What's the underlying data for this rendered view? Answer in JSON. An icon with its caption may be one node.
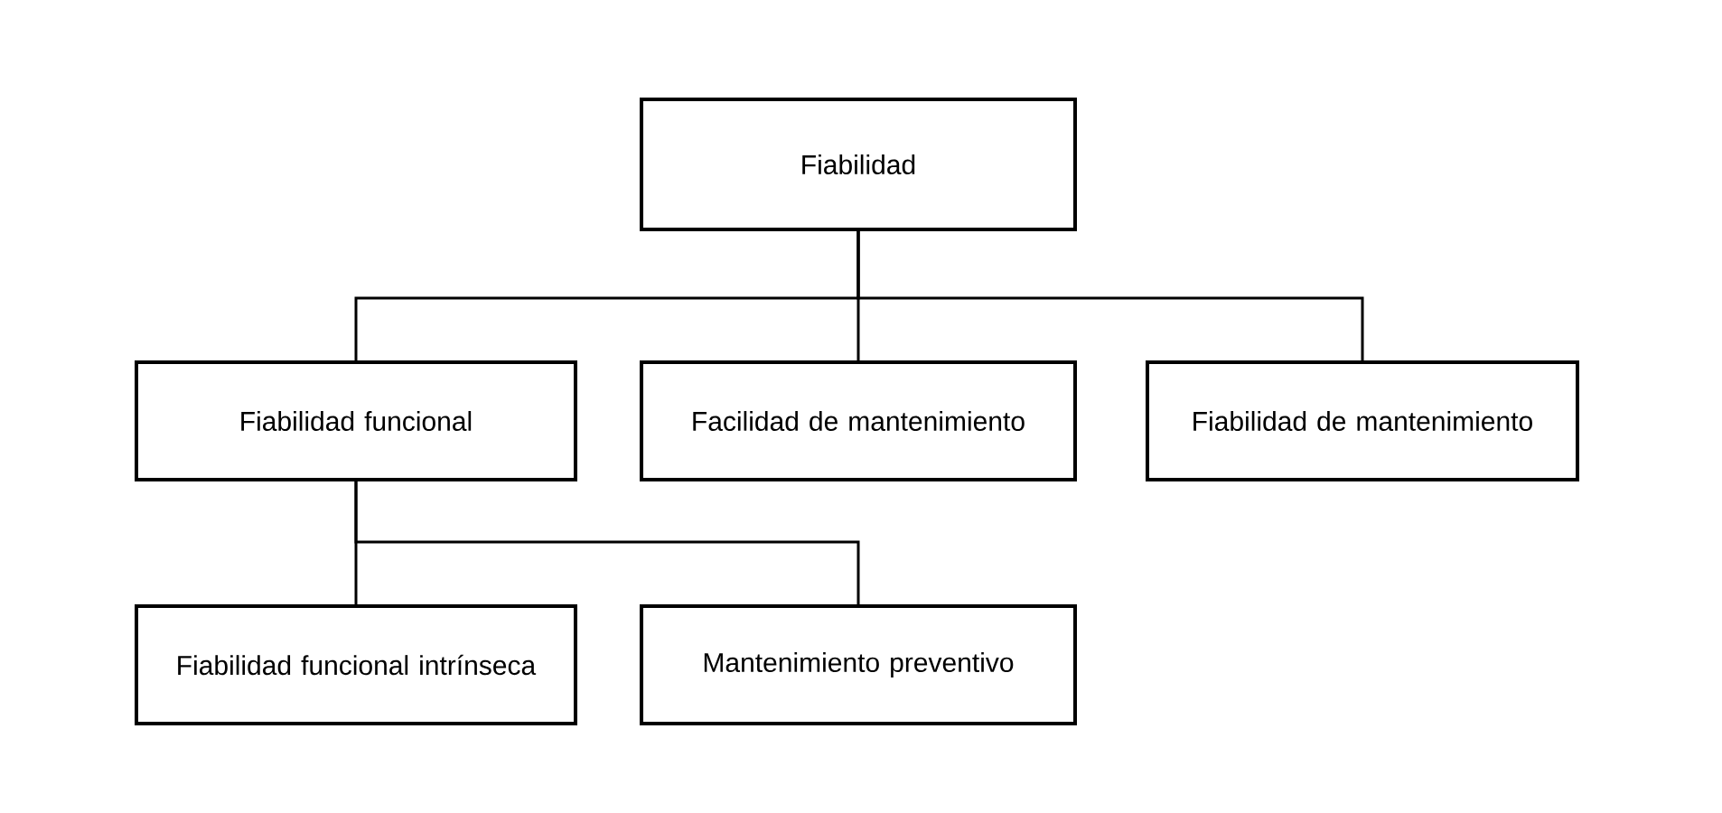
{
  "diagram": {
    "nodes": [
      {
        "text": [
          "Fiabilidad"
        ]
      },
      {
        "text": [
          "Fiabilidad funcional"
        ]
      },
      {
        "text": [
          "Facilidad de mantenimiento"
        ]
      },
      {
        "text": [
          "Fiabilidad de mantenimiento"
        ]
      },
      {
        "text": [
          "Fiabilidad funcional intrínseca"
        ]
      },
      {
        "text": [
          "Mantenimiento preventivo"
        ]
      }
    ],
    "edges": [
      {
        "from": 0,
        "to": 1,
        "arrow": "none"
      },
      {
        "from": 0,
        "to": 2,
        "arrow": "none"
      },
      {
        "from": 0,
        "to": 3,
        "arrow": "none"
      },
      {
        "from": 1,
        "to": 4,
        "arrow": "none"
      },
      {
        "from": 1,
        "to": 5,
        "arrow": "none"
      }
    ]
  }
}
